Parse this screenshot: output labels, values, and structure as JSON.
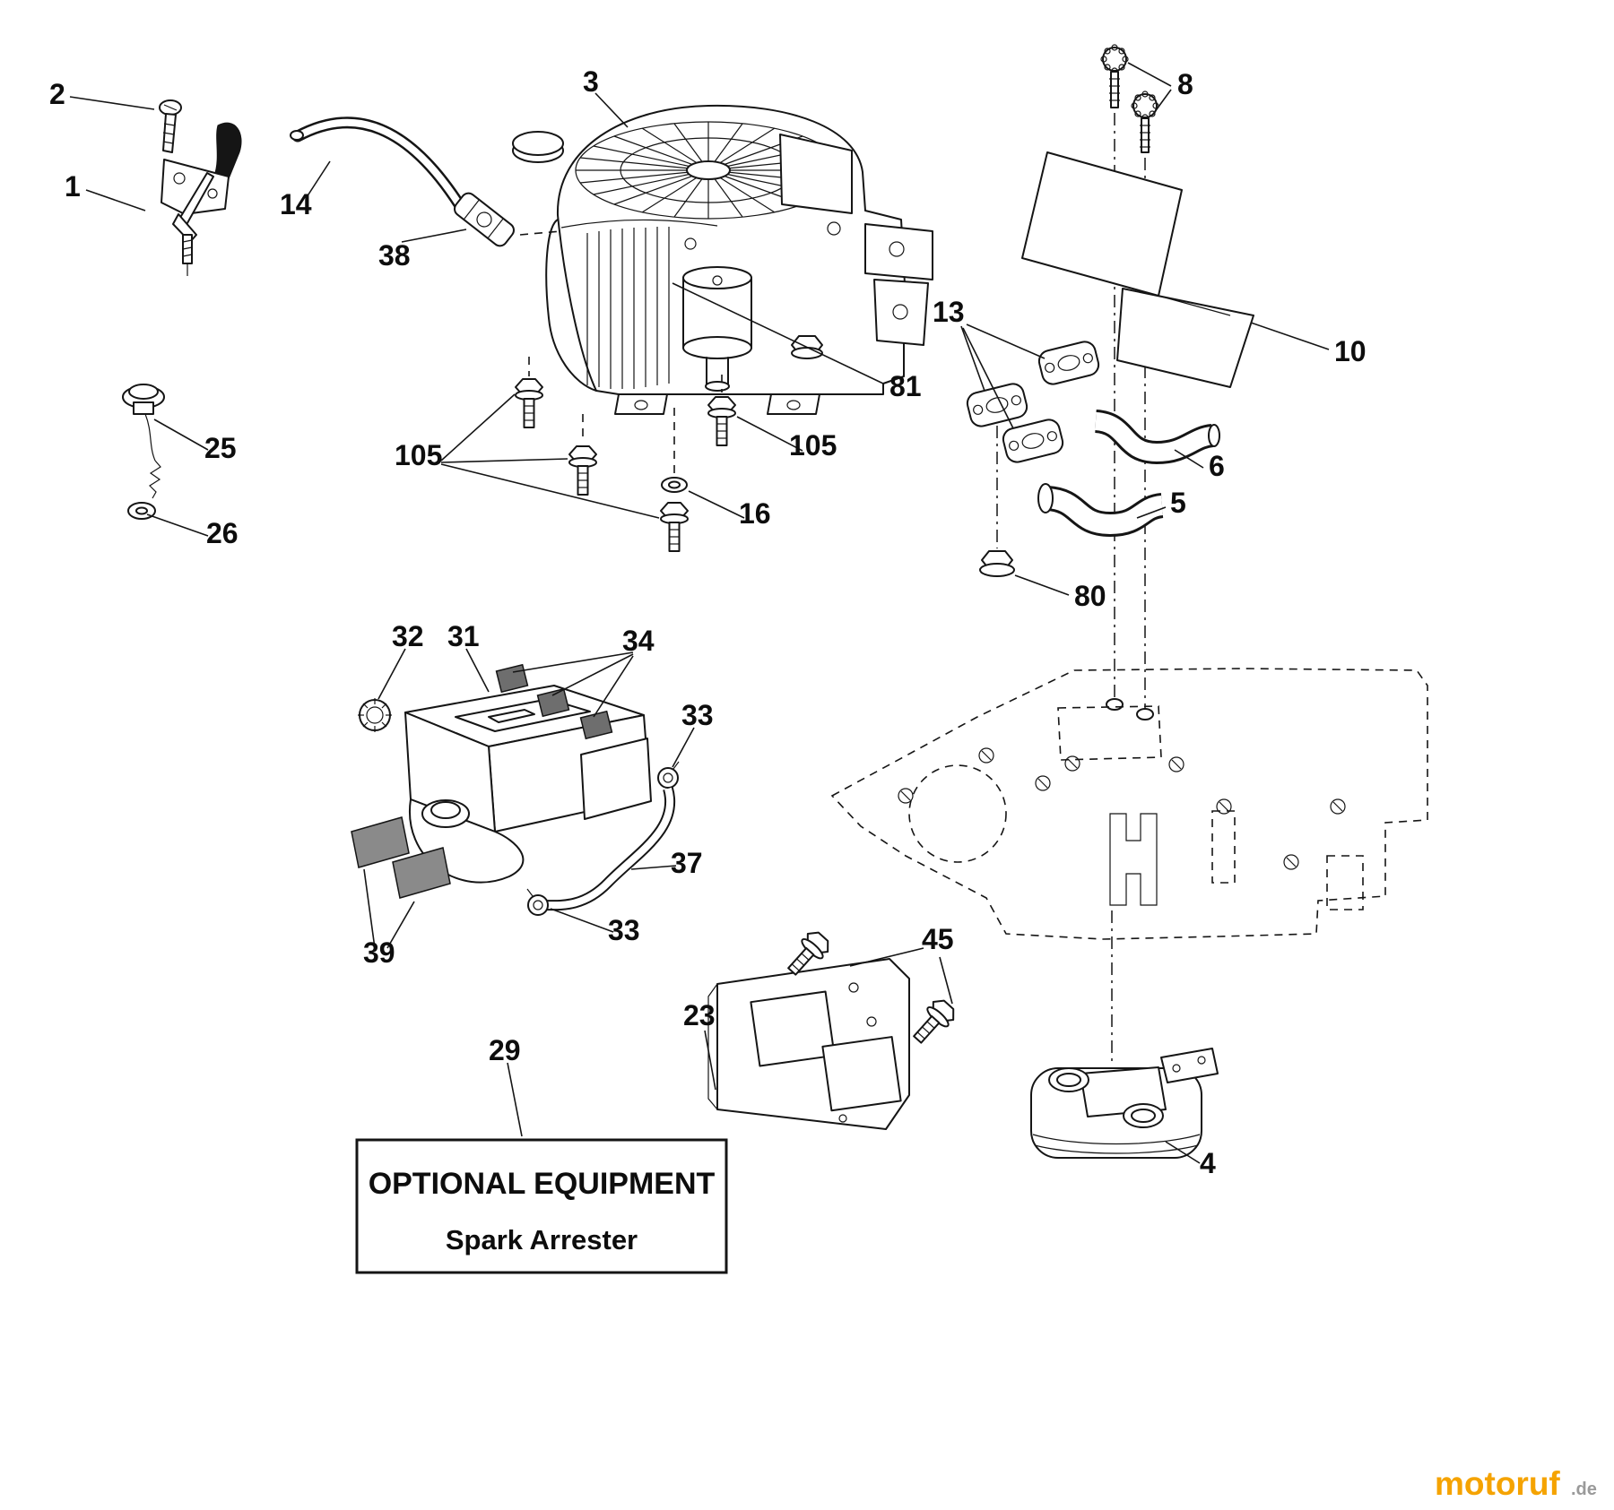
{
  "diagram": {
    "part_labels": {
      "n1": "1",
      "n2": "2",
      "n3": "3",
      "n4": "4",
      "n5": "5",
      "n6": "6",
      "n8": "8",
      "n10": "10",
      "n13": "13",
      "n14": "14",
      "n16": "16",
      "n23": "23",
      "n25": "25",
      "n26": "26",
      "n29": "29",
      "n31": "31",
      "n32": "32",
      "n33_top": "33",
      "n33_bottom": "33",
      "n34": "34",
      "n37": "37",
      "n38": "38",
      "n39": "39",
      "n45": "45",
      "n80": "80",
      "n81": "81",
      "n105_left": "105",
      "n105_right": "105"
    },
    "optional_equipment": {
      "title": "OPTIONAL EQUIPMENT",
      "subtitle": "Spark Arrester"
    },
    "watermark": {
      "brand": "motoruf",
      "tld": ".de"
    },
    "colors": {
      "line": "#151515",
      "background": "#ffffff",
      "watermark_brand": "#F5A300",
      "watermark_tld": "#9a9a9a"
    }
  }
}
